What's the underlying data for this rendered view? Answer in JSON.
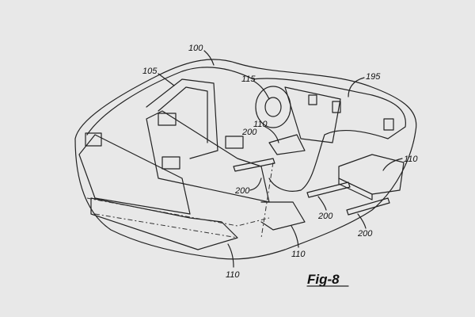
{
  "figure": {
    "title": "Fig-8"
  },
  "labels": {
    "vehicle": "100",
    "door": "105",
    "steering_wheel": "115",
    "dashboard": "195",
    "rail_front": "200",
    "seat_front_driver": "110",
    "seat_front_passenger": "110",
    "rail_mid": "200",
    "rail_passenger_1": "200",
    "rail_passenger_2": "200",
    "seat_second_row": "110",
    "seat_third_row": "110"
  }
}
